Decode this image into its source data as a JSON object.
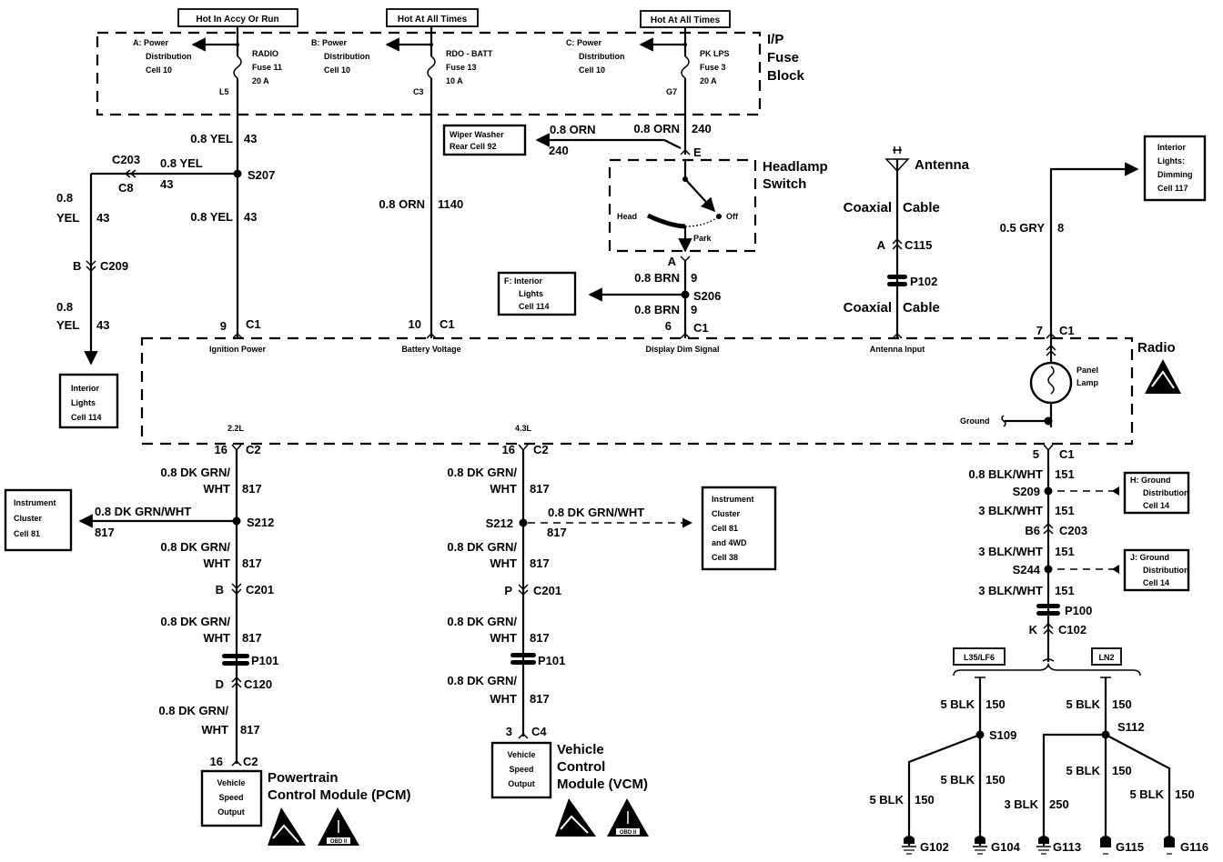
{
  "diagram": {
    "title": "Radio / Panel Lamp / Vehicle Speed Output Wiring Schematic",
    "power_labels": [
      "Hot In Accy Or Run",
      "Hot At All Times",
      "Hot At All Times"
    ],
    "fuse_block": {
      "label_line1": "I/P",
      "label_line2": "Fuse",
      "label_line3": "Block",
      "fuses": [
        {
          "ref": [
            "A: Power",
            "Distribution",
            "Cell 10"
          ],
          "name": "RADIO",
          "fuse": "Fuse 11",
          "rating": "20 A",
          "pin": "L5"
        },
        {
          "ref": [
            "B: Power",
            "Distribution",
            "Cell 10"
          ],
          "name": "RDO - BATT",
          "fuse": "Fuse 13",
          "rating": "10 A",
          "pin": "C3"
        },
        {
          "ref": [
            "C: Power",
            "Distribution",
            "Cell 10"
          ],
          "name": "PK LPS",
          "fuse": "Fuse 3",
          "rating": "20 A",
          "pin": "G7"
        }
      ]
    },
    "ignition_circuit": {
      "wire_top": {
        "color": "0.8 YEL",
        "circuit": "43"
      },
      "splice": "S207",
      "branch_wire": {
        "color": "0.8 YEL",
        "circuit": "43"
      },
      "branch_conn_top": "C203",
      "branch_conn_bottom": "C8",
      "left_wire1": {
        "color1": "0.8",
        "color2": "YEL",
        "circuit": "43"
      },
      "c209_pin": "B",
      "c209": "C209",
      "left_wire2": {
        "color1": "0.8",
        "color2": "YEL",
        "circuit": "43"
      },
      "dest_box": [
        "Interior",
        "Lights",
        "Cell 114"
      ],
      "wire_lower": {
        "color": "0.8 YEL",
        "circuit": "43"
      },
      "radio_pin": "9",
      "radio_conn": "C1"
    },
    "battery_circuit": {
      "wire": {
        "color": "0.8 ORN",
        "circuit": "1140"
      },
      "radio_pin": "10",
      "radio_conn": "C1"
    },
    "headlamp_circuit": {
      "wire_top": {
        "color": "0.8 ORN",
        "circuit": "240"
      },
      "branch_wire": {
        "color": "0.8 ORN",
        "circuit": "240"
      },
      "wiper_box": [
        "Wiper Washer",
        "Rear Cell 92"
      ],
      "switch_pin_top": "E",
      "switch_label1": "Headlamp",
      "switch_label2": "Switch",
      "pos_head": "Head",
      "pos_off": "Off",
      "pos_park": "Park",
      "switch_pin_bottom": "A",
      "wire_mid": {
        "color": "0.8 BRN",
        "circuit": "9"
      },
      "splice": "S206",
      "interior_box": [
        "F: Interior",
        "Lights",
        "Cell 114"
      ],
      "wire_low": {
        "color": "0.8 BRN",
        "circuit": "9"
      },
      "radio_pin": "6",
      "radio_conn": "C1"
    },
    "antenna_circuit": {
      "antenna_label": "Antenna",
      "cable1": [
        "Coaxial",
        "Cable"
      ],
      "c115_pin": "A",
      "c115": "C115",
      "p102": "P102",
      "cable2": [
        "Coaxial",
        "Cable"
      ]
    },
    "dimming_circuit": {
      "wire": {
        "color": "0.5 GRY",
        "circuit": "8"
      },
      "dest_box": [
        "Interior",
        "Lights:",
        "Dimming",
        "Cell 117"
      ],
      "radio_pin": "7",
      "radio_conn": "C1"
    },
    "radio": {
      "label": "Radio",
      "inputs": [
        "Ignition Power",
        "Battery Voltage",
        "Display Dim Signal",
        "Antenna Input"
      ],
      "panel_lamp": [
        "Panel",
        "Lamp"
      ],
      "ground": "Ground",
      "engine_22": "2.2L",
      "engine_43": "4.3L"
    },
    "pcm_circuit": {
      "top_pin": "16",
      "top_conn": "C2",
      "wires": [
        {
          "color1": "0.8 DK GRN/",
          "color2": "WHT",
          "circuit": "817"
        },
        {
          "color1": "0.8 DK GRN/",
          "color2": "WHT",
          "circuit": "817"
        },
        {
          "color1": "0.8 DK GRN/",
          "color2": "WHT",
          "circuit": "817"
        },
        {
          "color1": "0.8 DK GRN/",
          "color2": "WHT",
          "circuit": "817"
        }
      ],
      "splice": "S212",
      "branch_wire": {
        "color": "0.8 DK GRN/WHT",
        "circuit": "817"
      },
      "cluster_box": [
        "Instrument",
        "Cluster",
        "Cell 81"
      ],
      "c201_pin": "B",
      "c201": "C201",
      "p101": "P101",
      "c120_pin": "D",
      "c120": "C120",
      "bottom_pin": "16",
      "bottom_conn": "C2",
      "module_box": [
        "Vehicle",
        "Speed",
        "Output"
      ],
      "module_name": [
        "Powertrain",
        "Control Module (PCM)"
      ],
      "obd_label": "OBD II"
    },
    "vcm_circuit": {
      "top_pin": "16",
      "top_conn": "C2",
      "wires": [
        {
          "color1": "0.8 DK GRN/",
          "color2": "WHT",
          "circuit": "817"
        },
        {
          "color1": "0.8 DK GRN/",
          "color2": "WHT",
          "circuit": "817"
        },
        {
          "color1": "0.8 DK GRN/",
          "color2": "WHT",
          "circuit": "817"
        },
        {
          "color1": "0.8 DK GRN/",
          "color2": "WHT",
          "circuit": "817"
        }
      ],
      "splice": "S212",
      "branch_wire": {
        "color": "0.8 DK GRN/WHT",
        "circuit": "817"
      },
      "cluster_box": [
        "Instrument",
        "Cluster",
        "Cell 81",
        "and 4WD",
        "Cell 38"
      ],
      "c201_pin": "P",
      "c201": "C201",
      "p101": "P101",
      "bottom_pin": "3",
      "bottom_conn": "C4",
      "module_box": [
        "Vehicle",
        "Speed",
        "Output"
      ],
      "module_name": [
        "Vehicle",
        "Control",
        "Module (VCM)"
      ],
      "obd_label": "OBD II"
    },
    "ground_circuit": {
      "top_pin": "5",
      "top_conn": "C1",
      "wire1": {
        "color": "0.8 BLK/WHT",
        "circuit": "151"
      },
      "s209": "S209",
      "h_box": [
        "H: Ground",
        "Distribution",
        "Cell 14"
      ],
      "wire2": {
        "color": "3 BLK/WHT",
        "circuit": "151"
      },
      "c203_pin": "B6",
      "c203": "C203",
      "wire3": {
        "color": "3 BLK/WHT",
        "circuit": "151"
      },
      "s244": "S244",
      "j_box": [
        "J: Ground",
        "Distribution",
        "Cell 14"
      ],
      "wire4": {
        "color": "3 BLK/WHT",
        "circuit": "151"
      },
      "p100": "P100",
      "c102_pin": "K",
      "c102": "C102",
      "option_left": "L35/LF6",
      "option_right": "LN2",
      "left_wire": {
        "color": "5 BLK",
        "circuit": "150"
      },
      "right_wire": {
        "color": "5 BLK",
        "circuit": "150"
      },
      "s109": "S109",
      "s112": "S112",
      "ground_wires": [
        {
          "color": "5 BLK",
          "circuit": "150",
          "ground": "G102"
        },
        {
          "color": "5 BLK",
          "circuit": "150",
          "ground": "G104"
        },
        {
          "color": "3 BLK",
          "circuit": "250",
          "ground": "G113"
        },
        {
          "color": "5 BLK",
          "circuit": "150",
          "ground": "G115"
        },
        {
          "color": "5 BLK",
          "circuit": "150",
          "ground": "G116"
        }
      ]
    }
  }
}
